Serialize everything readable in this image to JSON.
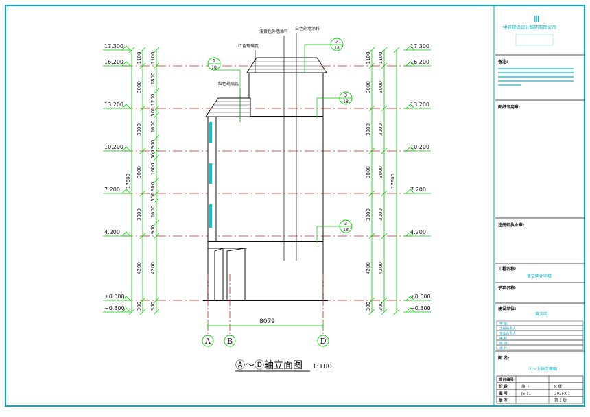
{
  "drawing": {
    "caption": "Ⓐ～Ⓓ轴立面图",
    "scale": "1:100",
    "overall_width": "8079",
    "overall_height": "17600",
    "elevation_marks": [
      {
        "label": "17.300",
        "level": 17.3
      },
      {
        "label": "16.200",
        "level": 16.2
      },
      {
        "label": "13.200",
        "level": 13.2
      },
      {
        "label": "10.200",
        "level": 10.2
      },
      {
        "label": "7.200",
        "level": 7.2
      },
      {
        "label": "4.200",
        "level": 4.2
      },
      {
        "label": "±0.000",
        "level": 0.0
      },
      {
        "label": "−0.300",
        "level": -0.3
      }
    ],
    "outer_dims": [
      "1100",
      "3000",
      "3000",
      "3000",
      "3000",
      "4200",
      "300"
    ],
    "inner_dims_left": [
      "1100",
      "1800",
      "1200",
      "500",
      "1600",
      "900",
      "500",
      "1600",
      "900",
      "500",
      "1600",
      "900",
      "4200",
      "300"
    ],
    "inner_dims_right": [
      "1100",
      "3000",
      "3000",
      "3000",
      "3000",
      "4200",
      "300"
    ],
    "axes": [
      "A",
      "B",
      "D"
    ],
    "callouts": [
      {
        "top": "1",
        "bottom": "18"
      },
      {
        "top": "2",
        "bottom": "18"
      },
      {
        "top": "3",
        "bottom": "18"
      },
      {
        "top": "3",
        "bottom": "18"
      }
    ],
    "notes": [
      "白色外墙涂料",
      "浅黄色外墙涂料",
      "红色琉璃瓦",
      "红色琉璃瓦"
    ]
  },
  "title_block": {
    "company": "中铁建设设计集团有限公司",
    "notes_title": "备注:",
    "review_title": "图纸专用章:",
    "signature_title": "注册师执业章:",
    "project_label": "工程名称:",
    "project_name": "黄文明住宅楼",
    "subitem_label": "子项名称:",
    "client_label": "建设单位:",
    "client_name": "黄文明",
    "roles": [
      {
        "role": "审 定",
        "name": ""
      },
      {
        "role": "工程负责人",
        "name": ""
      },
      {
        "role": "专业负责人",
        "name": ""
      },
      {
        "role": "审 核",
        "name": ""
      },
      {
        "role": "校 对",
        "name": ""
      },
      {
        "role": "设 计",
        "name": ""
      }
    ],
    "drawing_name_label": "图 名:",
    "drawing_name": "Ⓐ～Ⓓ轴立面图",
    "footer": [
      {
        "k": "项目编号",
        "v": ""
      },
      {
        "k": "阶 段",
        "v": "施 工",
        "k2": "",
        "v2": "B 版"
      },
      {
        "k": "图 号",
        "v": "JS-11",
        "k2": "",
        "v2": "2025.07"
      },
      {
        "k": "版 本",
        "v": "",
        "k2": "",
        "v2": "第 1 版"
      }
    ]
  },
  "colors": {
    "line": "#00cc00",
    "axis_red": "#cc2222",
    "border": "#00aacc",
    "black": "#111111"
  }
}
